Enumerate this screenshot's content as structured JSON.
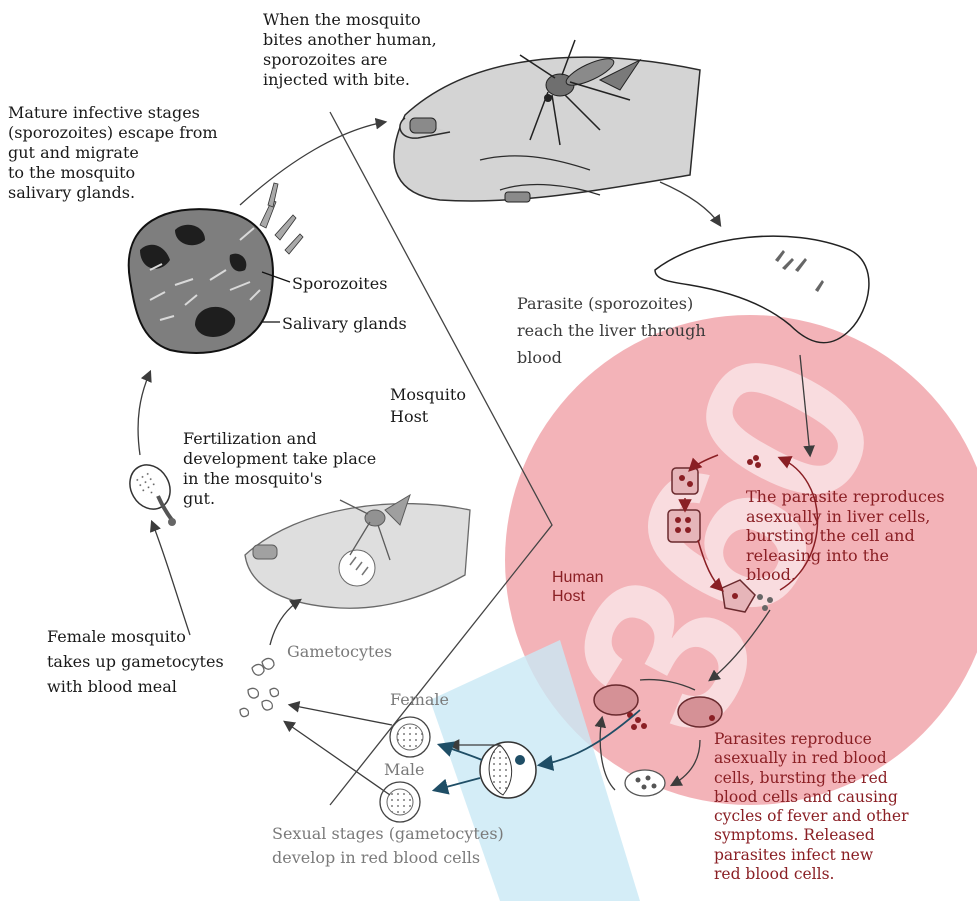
{
  "labels": {
    "mosquito_bites": [
      "When the mosquito",
      "bites another human,",
      "sporozoites are",
      "injected with bite."
    ],
    "mature_stages": [
      "Mature infective stages",
      "(sporozoites) escape from",
      "gut and migrate",
      "to the mosquito",
      "salivary glands."
    ],
    "sporozoites": "Sporozoites",
    "salivary_glands": "Salivary glands",
    "parasite_liver": [
      "Parasite (sporozoites)",
      "reach the liver through",
      "blood"
    ],
    "mosquito_host": [
      "Mosquito",
      "Host"
    ],
    "fertilization": [
      "Fertilization and",
      "development take place",
      "in the mosquito's",
      "gut."
    ],
    "liver_reproduce": [
      "The parasite reproduces",
      "asexually in liver cells,",
      "bursting the cell and",
      "releasing into the",
      "blood."
    ],
    "human_host": [
      "Human",
      "Host"
    ],
    "female_mosquito": [
      "Female mosquito",
      "takes up gametocytes",
      "with blood meal"
    ],
    "gametocytes": "Gametocytes",
    "female": "Female",
    "male": "Male",
    "rbc_reproduce": [
      "Parasites reproduce",
      "asexually in red blood",
      "cells, bursting the red",
      "blood cells and causing",
      "cycles of fever and other",
      "symptoms. Released",
      "parasites infect new",
      "red blood cells."
    ],
    "sexual_stages": [
      "Sexual stages (gametocytes)",
      "develop in red blood cells"
    ]
  },
  "watermark": "360",
  "colors": {
    "watermark_red": "#ef9aa0",
    "watermark_blue": "#c9e9f5",
    "text_dark": "#1a1a1a",
    "text_red": "#8a1f24",
    "text_gray": "#7a7a7a",
    "cell_red": "#c96870",
    "arrow_gray": "#4a4a4a"
  }
}
